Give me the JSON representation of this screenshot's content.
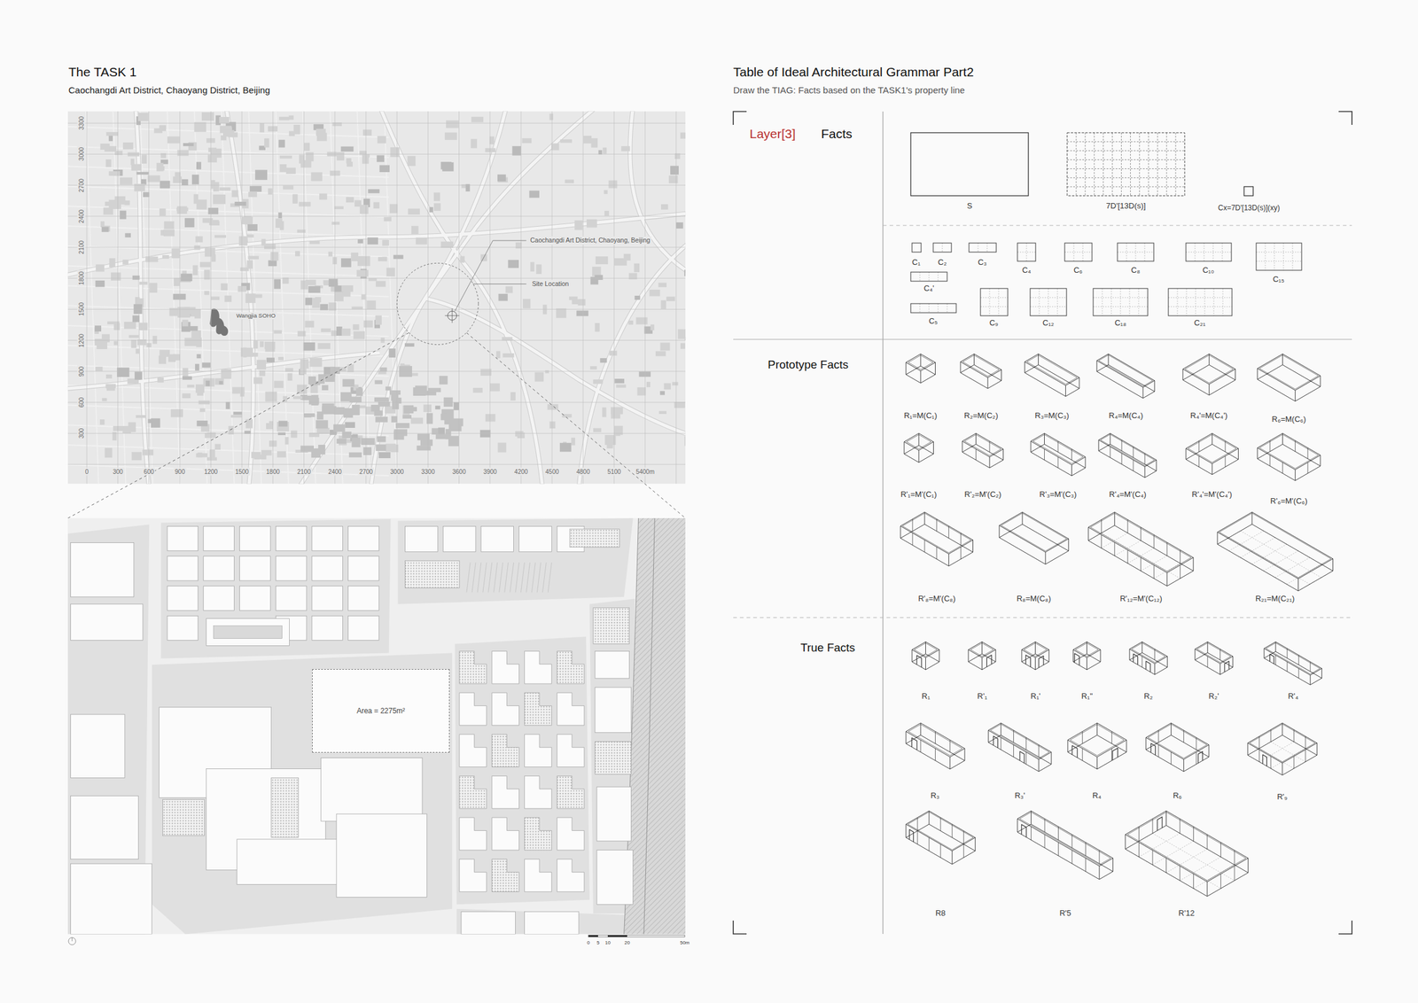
{
  "diagram": {
    "title": "The TASK 1",
    "nodes": [
      {
        "text": [
          "Layer[3]",
          "Facts"
        ]
      },
      {
        "text": [
          "S"
        ],
        "in": 0
      },
      {
        "text": [
          "7D'[13D(s)]"
        ],
        "in": 0
      },
      {
        "text": [
          "Cx=7D'[13D(s)](xy)"
        ],
        "in": 0
      },
      {
        "text": [
          "C₁"
        ],
        "in": 0
      },
      {
        "text": [
          "C₂"
        ],
        "in": 0
      },
      {
        "text": [
          "C₃"
        ],
        "in": 0
      },
      {
        "text": [
          "C₄"
        ],
        "in": 0
      },
      {
        "text": [
          "C₆"
        ],
        "in": 0
      },
      {
        "text": [
          "C₈"
        ],
        "in": 0
      },
      {
        "text": [
          "C₁₀"
        ],
        "in": 0
      },
      {
        "text": [
          "C₁₅"
        ],
        "in": 0
      },
      {
        "text": [
          "C₄'"
        ],
        "in": 0
      },
      {
        "text": [
          "C₅"
        ],
        "in": 0
      },
      {
        "text": [
          "C₉"
        ],
        "in": 0
      },
      {
        "text": [
          "C₁₂"
        ],
        "in": 0
      },
      {
        "text": [
          "C₁₈"
        ],
        "in": 0
      },
      {
        "text": [
          "C₂₁"
        ],
        "in": 0
      },
      {
        "text": [
          "Prototype Facts"
        ]
      },
      {
        "text": [
          "R₁=M(C₁)"
        ],
        "in": 18
      },
      {
        "text": [
          "R₂=M(C₂)"
        ],
        "in": 18
      },
      {
        "text": [
          "R₃=M(C₃)"
        ],
        "in": 18
      },
      {
        "text": [
          "R₄=M(C₄)"
        ],
        "in": 18
      },
      {
        "text": [
          "R₄'=M(C₄')"
        ],
        "in": 18
      },
      {
        "text": [
          "R₆=M(C₆)"
        ],
        "in": 18
      },
      {
        "text": [
          "R'₁=M'(C₁)"
        ],
        "in": 18
      },
      {
        "text": [
          "R'₂=M'(C₂)"
        ],
        "in": 18
      },
      {
        "text": [
          "R'₃=M'(C₃)"
        ],
        "in": 18
      },
      {
        "text": [
          "R'₄=M'(C₄)"
        ],
        "in": 18
      },
      {
        "text": [
          "R'₄'=M'(C₄')"
        ],
        "in": 18
      },
      {
        "text": [
          "R'₆=M'(C₆)"
        ],
        "in": 18
      },
      {
        "text": [
          "R'₈=M'(C₈)"
        ],
        "in": 18
      },
      {
        "text": [
          "R₈=M(C₈)"
        ],
        "in": 18
      },
      {
        "text": [
          "R'₁₂=M'(C₁₂)"
        ],
        "in": 18
      },
      {
        "text": [
          "R₂₁=M(C₂₁)"
        ],
        "in": 18
      },
      {
        "text": [
          "True Facts"
        ]
      },
      {
        "text": [
          "R₁"
        ],
        "in": 35
      },
      {
        "text": [
          "R'₁"
        ],
        "in": 35
      },
      {
        "text": [
          "R₁'"
        ],
        "in": 35
      },
      {
        "text": [
          "R₁''"
        ],
        "in": 35
      },
      {
        "text": [
          "R₂"
        ],
        "in": 35
      },
      {
        "text": [
          "R₂'"
        ],
        "in": 35
      },
      {
        "text": [
          "R'₄"
        ],
        "in": 35
      },
      {
        "text": [
          "R₃"
        ],
        "in": 35
      },
      {
        "text": [
          "R₃'"
        ],
        "in": 35
      },
      {
        "text": [
          "R₄"
        ],
        "in": 35
      },
      {
        "text": [
          "R₆"
        ],
        "in": 35
      },
      {
        "text": [
          "R'₉"
        ],
        "in": 35
      },
      {
        "text": [
          "R8"
        ],
        "in": 35
      },
      {
        "text": [
          "R'5"
        ],
        "in": 35
      },
      {
        "text": [
          "R'12"
        ],
        "in": 35
      },
      {
        "text": [
          "Area = 2275m²"
        ]
      }
    ],
    "labels": [
      "Caochangdi Art District, Chaoyang District, Beijing",
      "Table of Ideal Architectural Grammar Part2",
      "Draw the TIAG: Facts based on the TASK1's property line",
      "3300",
      "3000",
      "2700",
      "2400",
      "2100",
      "1800",
      "1500",
      "1200",
      "900",
      "600",
      "300",
      "0",
      "300",
      "600",
      "900",
      "1200",
      "1500",
      "1800",
      "2100",
      "2400",
      "2700",
      "3000",
      "3300",
      "3600",
      "3900",
      "4200",
      "4500",
      "4800",
      "5100",
      "5400m",
      "Caochangdi Art District, Chaoyang, Beijing",
      "Site Location",
      "Wangjia SOHO",
      "0",
      "5",
      "10",
      "20",
      "50m"
    ]
  }
}
